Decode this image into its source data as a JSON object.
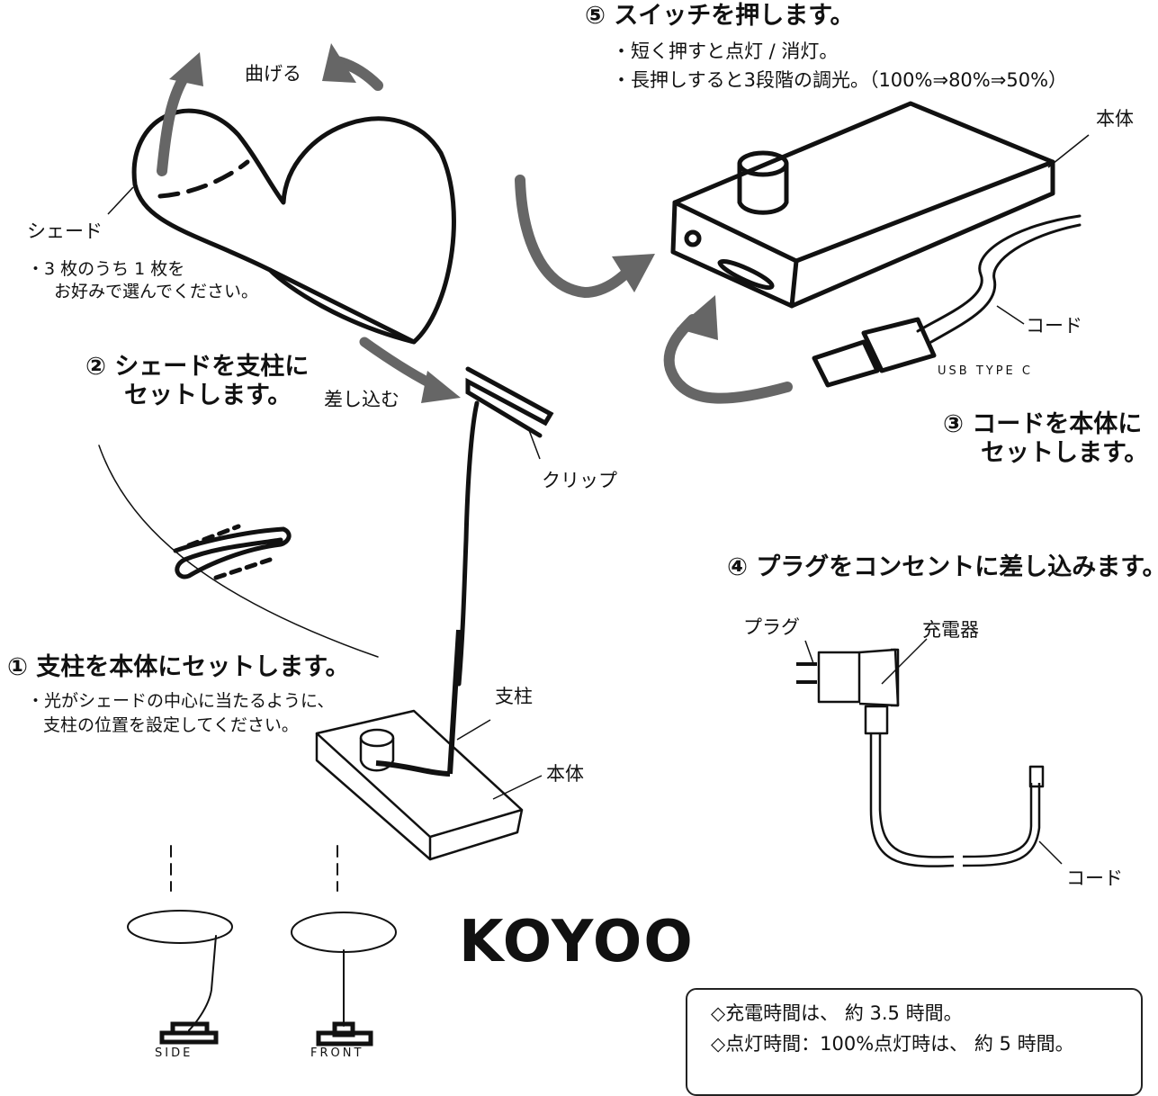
{
  "step1": {
    "title": "① 支柱を本体にセットします。",
    "line1": "・光がシェードの中心に当たるように、",
    "line2": "支柱の位置を設定してください。"
  },
  "step2": {
    "title1": "② シェードを支柱に",
    "title2": "セットします。"
  },
  "step3": {
    "title1": "③ コードを本体に",
    "title2": "セットします。"
  },
  "step4": {
    "title": "④ プラグをコンセントに差し込みます。"
  },
  "step5": {
    "title": "⑤ スイッチを押します。",
    "line1": "・短く押すと点灯 / 消灯。",
    "line2": "・長押しすると3段階の調光。（100%⇒80%⇒50%）"
  },
  "labels": {
    "bend": "曲げる",
    "shade": "シェード",
    "shade_note1": "・3 枚のうち 1 枚を",
    "shade_note2": "お好みで選んでください。",
    "insert": "差し込む",
    "clip": "クリップ",
    "pole": "支柱",
    "body_bottom": "本体",
    "body_top": "本体",
    "cord_top": "コード",
    "usb": "USB TYPE C",
    "plug": "プラグ",
    "charger": "充電器",
    "cord_bottom": "コード",
    "side": "SIDE",
    "front": "FRONT"
  },
  "logo": "KOYOO",
  "spec": {
    "line1": "◇充電時間は、 約 3.5 時間。",
    "line2": "◇点灯時間：100%点灯時は、 約 5 時間。"
  },
  "colors": {
    "ink": "#111111",
    "arrow_gray": "#666666",
    "dashed": "#222222"
  }
}
